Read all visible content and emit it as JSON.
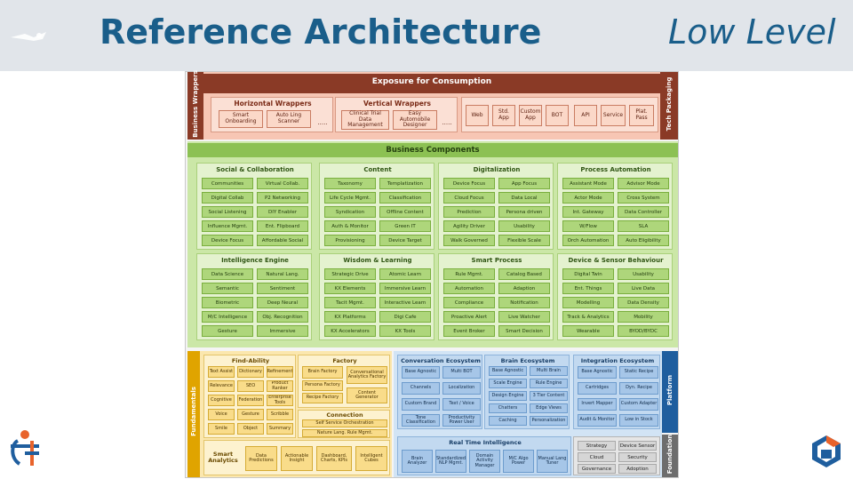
{
  "header": {
    "title": "Reference Architecture",
    "subtitle": "Low Level"
  },
  "colors": {
    "header_bg": "#e1e5ea",
    "title": "#1a5e8a",
    "business": "#8cc153",
    "exposure": "#8a3a26",
    "fundamentals": "#e0a400",
    "platform": "#1f5e9e",
    "foundation": "#6d6d6d"
  },
  "exposure": {
    "title": "Exposure for Consumption",
    "left_side": "Business Wrappers",
    "right_side": "Tech Packaging",
    "horizontal": {
      "title": "Horizontal Wrappers",
      "items": [
        "Smart Onboarding",
        "Auto Ling Scanner"
      ],
      "more": "....."
    },
    "vertical": {
      "title": "Vertical Wrappers",
      "items": [
        "Clinical Trial Data Management",
        "Easy Automobile Designer"
      ],
      "more": "....."
    },
    "tech": [
      "Web",
      "Std. App",
      "Custom App",
      "BOT",
      "API",
      "Service",
      "Plat. Pass"
    ]
  },
  "business": {
    "title": "Business Components",
    "groups": [
      {
        "title": "Social & Collaboration",
        "items": [
          "Communities",
          "Virtual Collab.",
          "Digital Collab",
          "P2 Networking",
          "Social Listening",
          "DIY Enabler",
          "Influence Mgmt.",
          "Ent. Flipboard",
          "Device Focus",
          "Affordable Social"
        ]
      },
      {
        "title": "Content",
        "items": [
          "Taxonomy",
          "Templatization",
          "Life Cycle Mgmt.",
          "Classification",
          "Syndication",
          "Offline Content",
          "Auth & Monitor",
          "Green IT",
          "Provisioning",
          "Device Target"
        ]
      },
      {
        "title": "Digitalization",
        "items": [
          "Device Focus",
          "App Focus",
          "Cloud Focus",
          "Data Local",
          "Prediction",
          "Persona driven",
          "Agility Driver",
          "Usability",
          "Walk Governed",
          "Flexible Scale"
        ]
      },
      {
        "title": "Process Automation",
        "items": [
          "Assistant Mode",
          "Advisor Mode",
          "Actor Mode",
          "Cross System",
          "Int. Gateway",
          "Data Controller",
          "W/Flow",
          "SLA",
          "Orch Automation",
          "Auto Eligibility"
        ]
      },
      {
        "title": "Intelligence Engine",
        "items": [
          "Data Science",
          "Natural Lang.",
          "Semantic",
          "Sentiment",
          "Biometric",
          "Deep Neural",
          "M/C Intelligence",
          "Obj. Recognition",
          "Gesture",
          "Immersive"
        ]
      },
      {
        "title": "Wisdom & Learning",
        "items": [
          "Strategic Drive",
          "Atomic Learn",
          "KX Elements",
          "Immersive Learn",
          "Tacit Mgmt.",
          "Interactive Learn",
          "KX Platforms",
          "Digi Cafe",
          "KX Accelerators",
          "KX Tools"
        ]
      },
      {
        "title": "Smart Process",
        "items": [
          "Rule Mgmt.",
          "Catalog Based",
          "Automation",
          "Adaption",
          "Compliance",
          "Notification",
          "Proactive Alert",
          "Live Watcher",
          "Event Broker",
          "Smart Decision"
        ]
      },
      {
        "title": "Device & Sensor Behaviour",
        "items": [
          "Digital Twin",
          "Usability",
          "Ent. Things",
          "Live Data",
          "Modelling",
          "Data Density",
          "Track & Analytics",
          "Mobility",
          "Wearable",
          "BYOD/BYDC"
        ]
      }
    ]
  },
  "fundamentals": {
    "side": "Fundamentals",
    "findability": {
      "title": "Find-Ability",
      "items": [
        "Text Assist",
        "Dictionary",
        "Refinement",
        "Relevance",
        "SEO",
        "Product Ranker",
        "Cognitive",
        "Federation",
        "Enterprise Tools",
        "Voice",
        "Gesture",
        "Scribble",
        "Smile",
        "Object",
        "Summary"
      ]
    },
    "factory": {
      "title": "Factory",
      "items": [
        "Brain Factory",
        "Conversational Analytics Factory",
        "Persona Factory",
        "Recipe Factory",
        "Content Generator"
      ]
    },
    "connection": {
      "title": "Connection",
      "items": [
        "Self Service Orchestration",
        "Nature Lang. Rule Mgmt."
      ]
    },
    "analytics": {
      "title": "Smart Analytics",
      "items": [
        "Data Predictions",
        "Actionable Insight",
        "Dashboard, Charts, KPIs",
        "Intelligent Cubes"
      ]
    }
  },
  "platform": {
    "side": "Platform",
    "conversation": {
      "title": "Conversation Ecosystem",
      "items": [
        "Base Agnostic",
        "Multi BOT",
        "Channels",
        "Localization",
        "Custom Brand",
        "Text / Voice",
        "Tone Classification",
        "Productivity Power User"
      ]
    },
    "brain": {
      "title": "Brain Ecosystem",
      "items": [
        "Base Agnostic",
        "Multi Brain",
        "Scale Engine",
        "Rule Engine",
        "Design Engine",
        "3 Tier Content",
        "Chatters",
        "Edge Views",
        "Caching",
        "Personalization"
      ]
    },
    "integration": {
      "title": "Integration Ecosystem",
      "items": [
        "Base Agnostic",
        "Static Recipe",
        "Cartridges",
        "Dyn. Recipe",
        "Invert Mapper",
        "Custom Adapter",
        "Audit & Monitor",
        "Low in Stock"
      ]
    },
    "realtime": {
      "title": "Real Time Intelligence",
      "items": [
        "Brain Analyzer",
        "Standardized NLP Mgmt.",
        "Domain Activity Manager",
        "M/C Algo Power",
        "Manual Lang Tuner"
      ]
    }
  },
  "foundation": {
    "side": "Foundation",
    "items": [
      "Strategy",
      "Device Sensor",
      "Cloud",
      "Security",
      "Governance",
      "Adoption"
    ]
  }
}
